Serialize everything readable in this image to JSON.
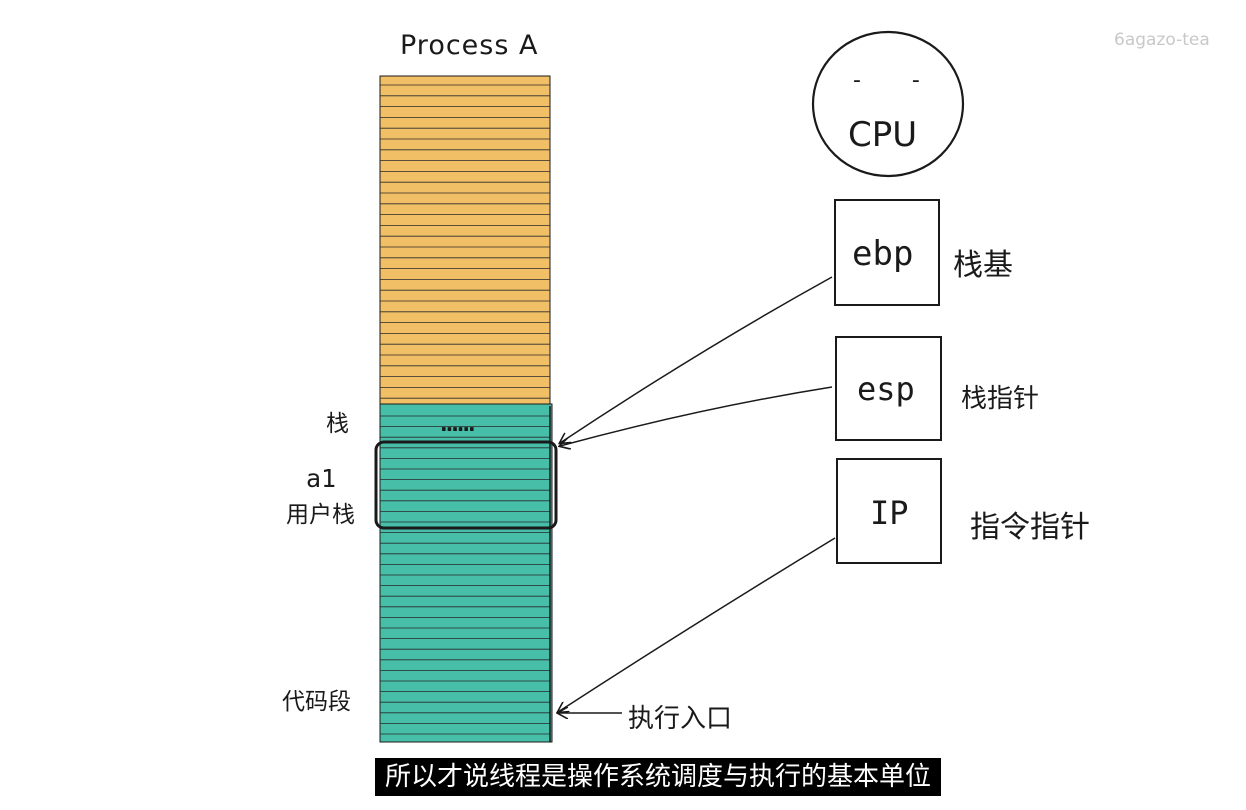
{
  "diagram": {
    "title": "Process A",
    "cpu": {
      "label": "CPU",
      "eyes": "- -"
    },
    "registers": [
      {
        "name": "ebp",
        "description": "栈基"
      },
      {
        "name": "esp",
        "description": "栈指针"
      },
      {
        "name": "IP",
        "description": "指令指针"
      }
    ],
    "memory_labels": {
      "stack": "栈",
      "a1": "a1",
      "user_stack": "用户栈",
      "code_segment": "代码段",
      "dots": "......"
    },
    "entry_point": "执行入口",
    "colors": {
      "stack_region": "#f0bf66",
      "user_region": "#46bea8",
      "outline": "#1a1a1a"
    }
  },
  "watermark": "6agazo-tea",
  "caption": "所以才说线程是操作系统调度与执行的基本单位"
}
